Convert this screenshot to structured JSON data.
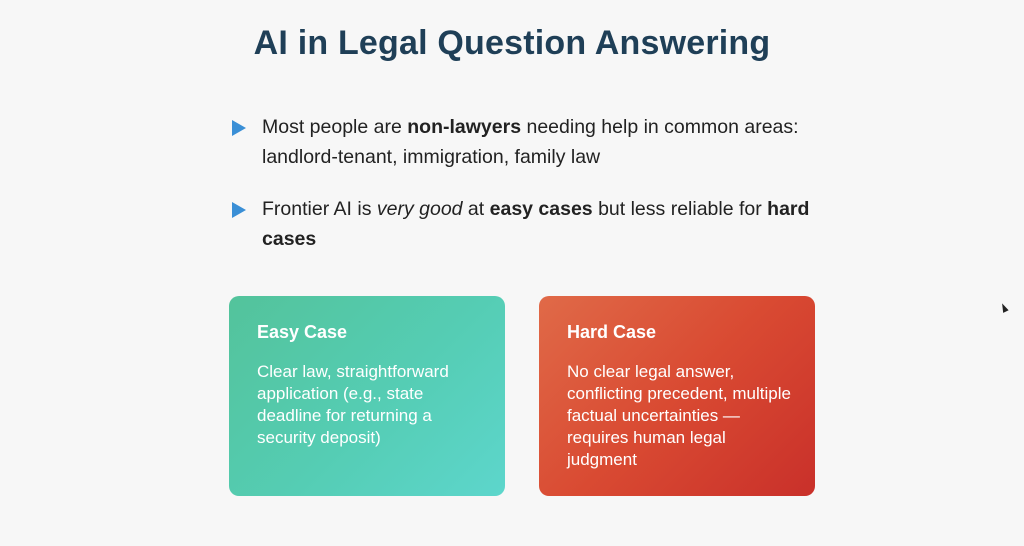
{
  "slide": {
    "title": "AI in Legal Question Answering",
    "bullets": [
      {
        "parts": [
          {
            "text": "Most people are ",
            "style": "normal"
          },
          {
            "text": "non-lawyers",
            "style": "bold"
          },
          {
            "text": " needing help in common areas: landlord-tenant, immigration, family law",
            "style": "normal"
          }
        ]
      },
      {
        "parts": [
          {
            "text": "Frontier AI is ",
            "style": "normal"
          },
          {
            "text": "very good",
            "style": "italic"
          },
          {
            "text": " at ",
            "style": "normal"
          },
          {
            "text": "easy cases",
            "style": "bold"
          },
          {
            "text": " but less reliable for ",
            "style": "normal"
          },
          {
            "text": "hard cases",
            "style": "bold"
          }
        ]
      }
    ],
    "cards": {
      "easy": {
        "title": "Easy Case",
        "body": "Clear law, straightforward application (e.g., state deadline for returning a security deposit)"
      },
      "hard": {
        "title": "Hard Case",
        "body": "No clear legal answer, conflicting precedent, multiple factual uncertainties — requires human legal judgment"
      }
    }
  },
  "colors": {
    "title": "#1f3f57",
    "bullet_marker": "#3a8fd6",
    "easy_card": "#53c39b",
    "hard_card": "#d94a32"
  },
  "icons": {
    "bullet_marker": "triangle-right-icon",
    "cursor": "mouse-pointer-icon"
  }
}
